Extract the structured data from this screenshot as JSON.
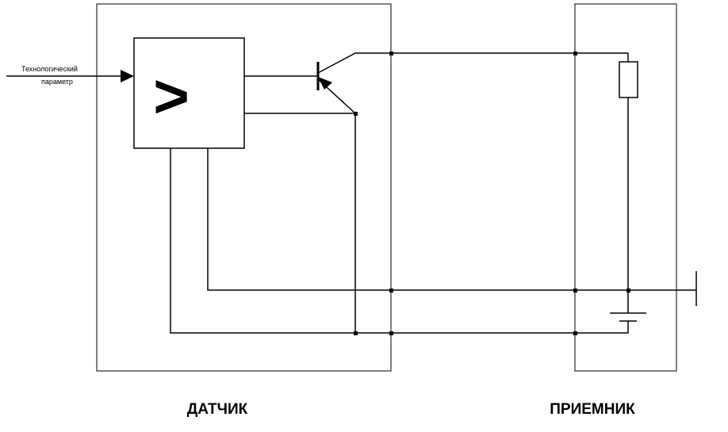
{
  "input_label_line1": "Технологический",
  "input_label_line2": "параметр",
  "comparator_symbol": ">",
  "sensor_label": "ДАТЧИК",
  "receiver_label": "ПРИЕМНИК"
}
